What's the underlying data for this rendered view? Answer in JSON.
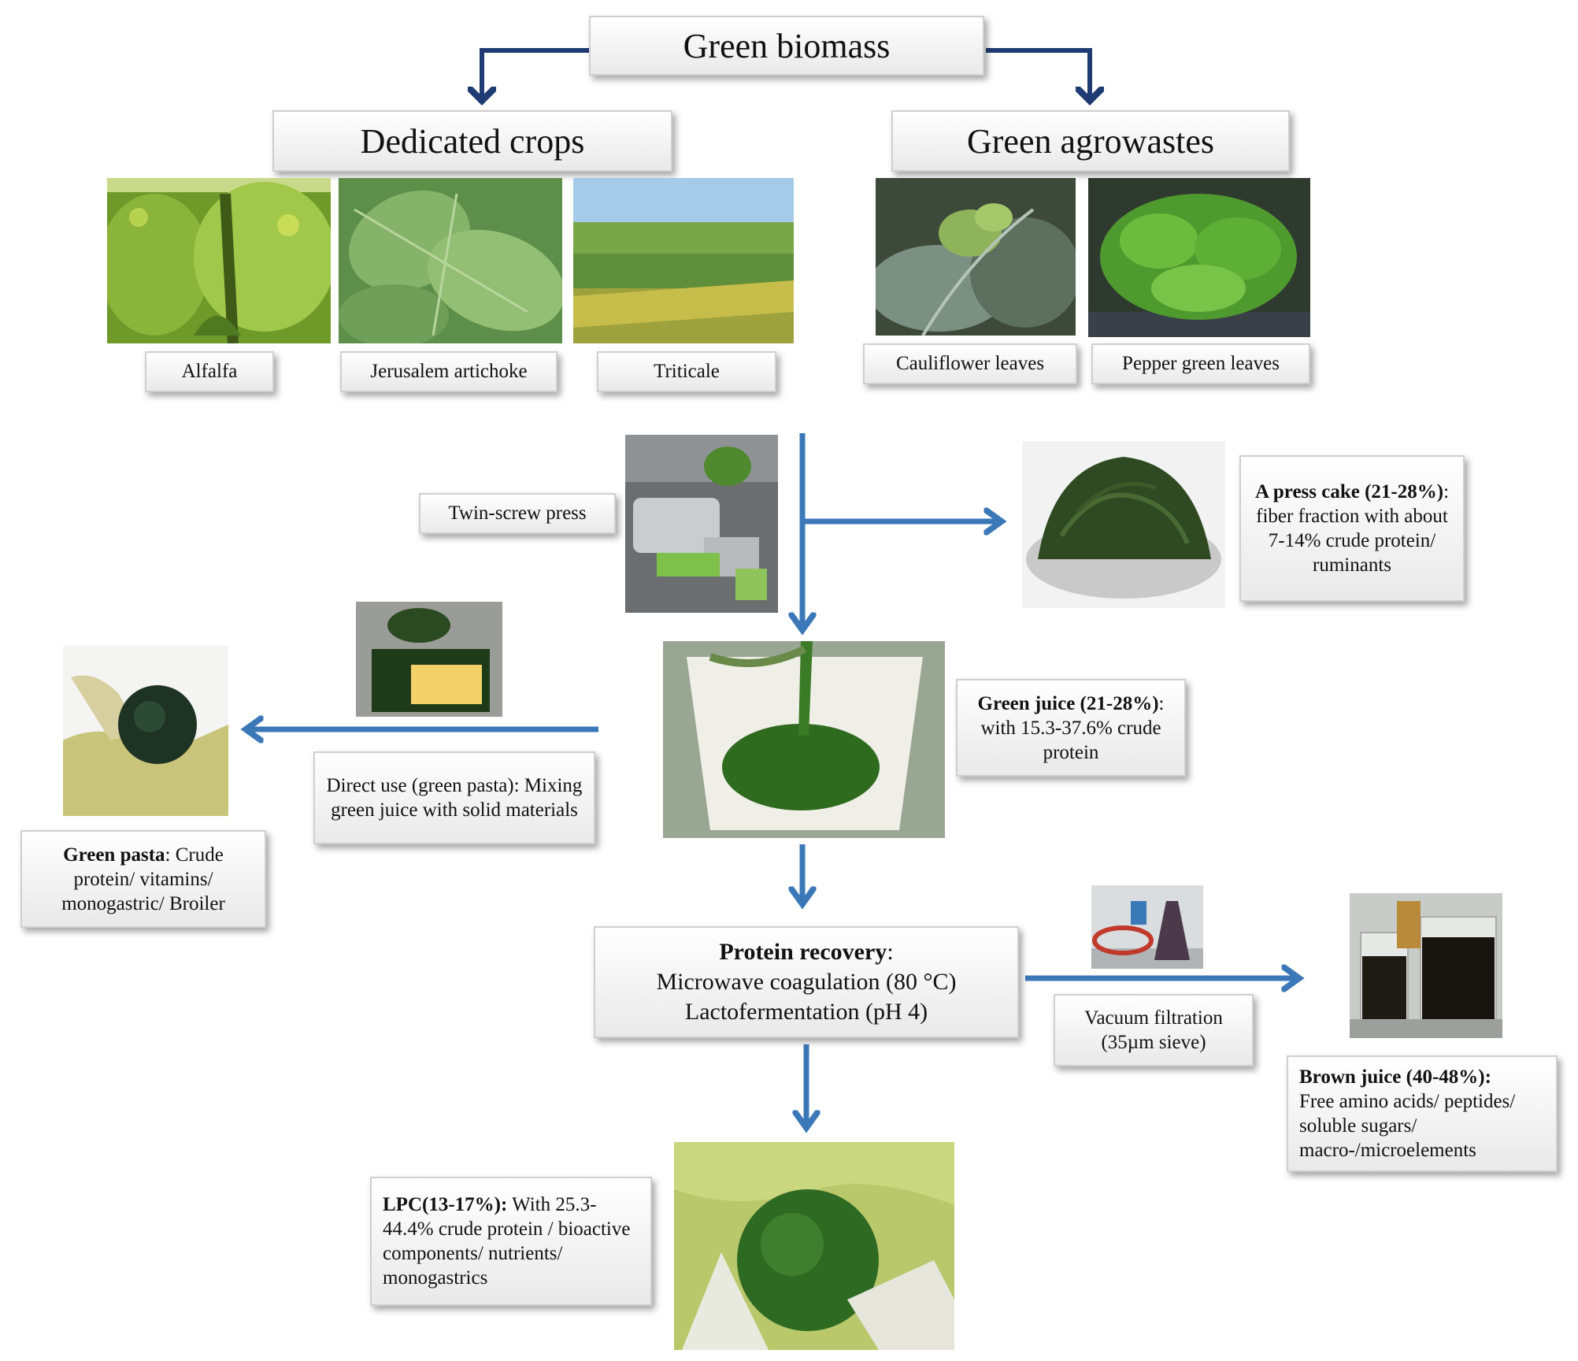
{
  "colors": {
    "arrow_dark": "#1f3b73",
    "arrow_blue": "#3b78b8"
  },
  "top": {
    "title": "Green biomass"
  },
  "categories": {
    "dedicated": "Dedicated crops",
    "agrowastes": "Green agrowastes"
  },
  "crops": [
    {
      "label": "Alfalfa",
      "photo": "alfalfa-photo"
    },
    {
      "label": "Jerusalem artichoke",
      "photo": "jerusalem-artichoke-photo"
    },
    {
      "label": "Triticale",
      "photo": "triticale-photo"
    }
  ],
  "wastes": [
    {
      "label": "Cauliflower leaves",
      "photo": "cauliflower-leaves-photo"
    },
    {
      "label": "Pepper green leaves",
      "photo": "pepper-leaves-photo"
    }
  ],
  "press": {
    "label": "Twin-screw press"
  },
  "press_cake": {
    "bold": "A press cake (21-28%)",
    "rest": ": fiber fraction with about 7-14% crude protein/ ruminants"
  },
  "green_juice": {
    "bold": "Green juice (21-28%)",
    "rest": ": with 15.3-37.6% crude protein"
  },
  "direct_use": {
    "text": "Direct use (green pasta): Mixing green juice with solid materials"
  },
  "green_pasta": {
    "bold": "Green pasta",
    "rest": ": Crude protein/ vitamins/ monogastric/ Broiler"
  },
  "protein_recovery": {
    "bold": "Protein recovery",
    "rest": ":",
    "line2": "Microwave coagulation (80 °C)",
    "line3": "Lactofermentation (pH 4)"
  },
  "vacuum": {
    "text": "Vacuum filtration (35µm sieve)"
  },
  "brown_juice": {
    "bold": "Brown juice (40-48%):",
    "rest": "Free amino acids/ peptides/ soluble sugars/ macro-/microelements"
  },
  "lpc": {
    "bold": "LPC(13-17%):",
    "rest": " With 25.3-44.4% crude protein / bioactive components/ nutrients/ monogastrics"
  }
}
